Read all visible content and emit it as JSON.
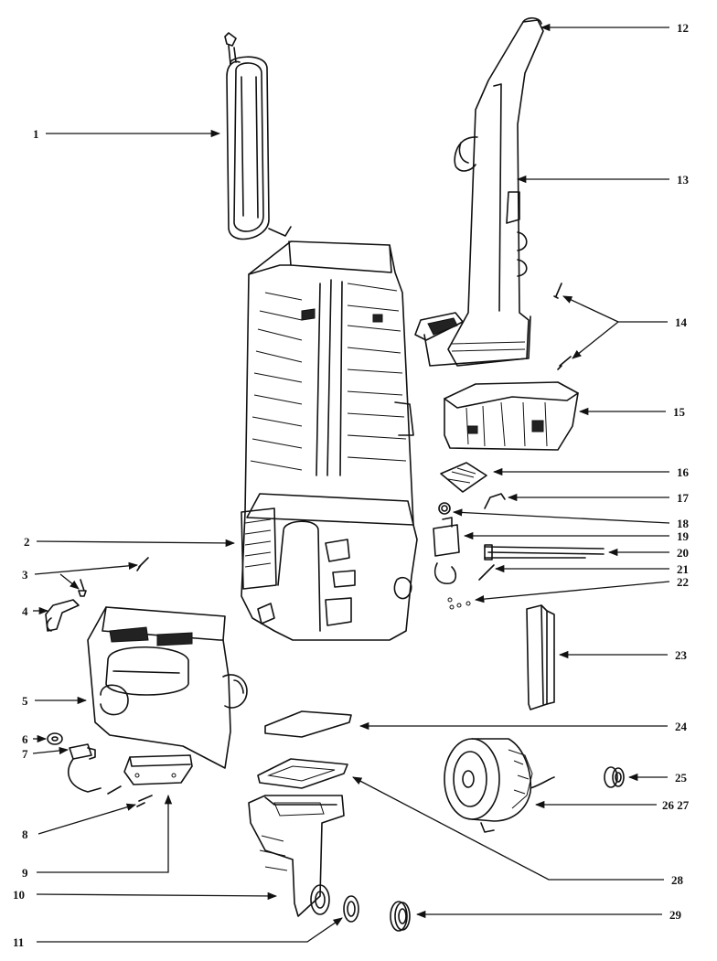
{
  "callouts": [
    {
      "num": "1"
    },
    {
      "num": "2"
    },
    {
      "num": "3"
    },
    {
      "num": "4"
    },
    {
      "num": "5"
    },
    {
      "num": "6"
    },
    {
      "num": "7"
    },
    {
      "num": "8"
    },
    {
      "num": "9"
    },
    {
      "num": "10"
    },
    {
      "num": "11"
    },
    {
      "num": "12"
    },
    {
      "num": "13"
    },
    {
      "num": "14"
    },
    {
      "num": "15"
    },
    {
      "num": "16"
    },
    {
      "num": "17"
    },
    {
      "num": "18"
    },
    {
      "num": "19"
    },
    {
      "num": "20"
    },
    {
      "num": "21"
    },
    {
      "num": "22"
    },
    {
      "num": "23"
    },
    {
      "num": "24"
    },
    {
      "num": "25"
    },
    {
      "num": "26 27"
    },
    {
      "num": "28"
    },
    {
      "num": "29"
    }
  ],
  "colors": {
    "ink": "#111111",
    "paper": "#ffffff"
  }
}
